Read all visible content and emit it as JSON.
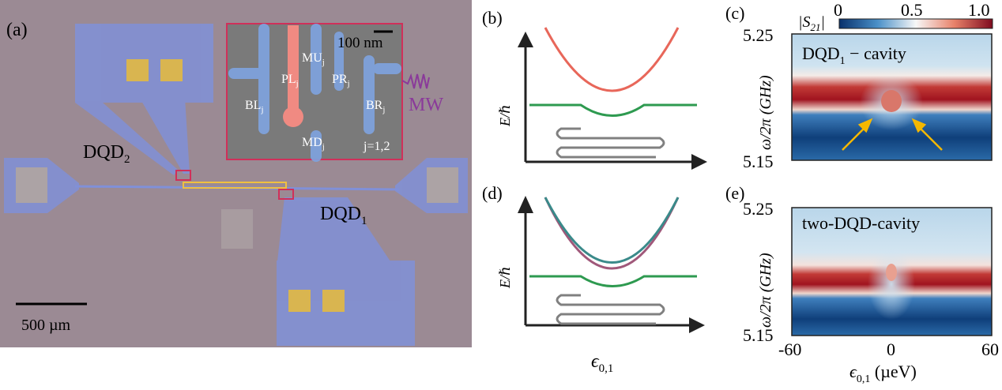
{
  "panels": {
    "a": {
      "label": "(a)",
      "dqd2": "DQD",
      "dqd2_sub": "2",
      "dqd1": "DQD",
      "dqd1_sub": "1",
      "scale_bar": "500 µm",
      "inset": {
        "scale_bar": "100 nm",
        "gates": [
          "BL",
          "PL",
          "MU",
          "PR",
          "BR",
          "MD"
        ],
        "subscript": "j",
        "index_note": "j=1,2",
        "mw_label": "MW"
      }
    },
    "b": {
      "label": "(b)",
      "ylabel": "E/ℏ"
    },
    "d": {
      "label": "(d)",
      "ylabel": "E/ℏ",
      "xlabel": "ϵ",
      "xlabel_sub": "0,1"
    },
    "c": {
      "label": "(c)",
      "annotation": "DQD",
      "annotation_sub": "1",
      "annotation_rest": " − cavity",
      "ylabel": "ω/2π (GHz)",
      "yticks": [
        "5.25",
        "5.15"
      ]
    },
    "e": {
      "label": "(e)",
      "annotation": "two-DQD-cavity",
      "ylabel": "ω/2π (GHz)",
      "yticks": [
        "5.25",
        "5.15"
      ],
      "xticks": [
        "-60",
        "0",
        "60"
      ],
      "xlabel": "ϵ",
      "xlabel_sub": "0,1",
      "xlabel_unit": " (µeV)"
    },
    "colorbar": {
      "label": "|S",
      "label_sub": "21",
      "label_end": "|",
      "ticks": [
        "0",
        "0.5",
        "1.0"
      ],
      "colors": [
        "#08306b",
        "#4a90c8",
        "#f7f7f7",
        "#e8826a",
        "#7f0a1e"
      ]
    }
  },
  "colors": {
    "substrate": "#9b8a94",
    "gate_blue": "#8090d8",
    "plunger_red": "#f08080",
    "pad_gold": "#d9b550",
    "inset_border": "#d0305a",
    "mw": "#8a3a9a",
    "arrow": "#f5b800",
    "upper_branch": "#e8675a",
    "middle_branch": "#2e9a50",
    "drive": "#808080"
  }
}
